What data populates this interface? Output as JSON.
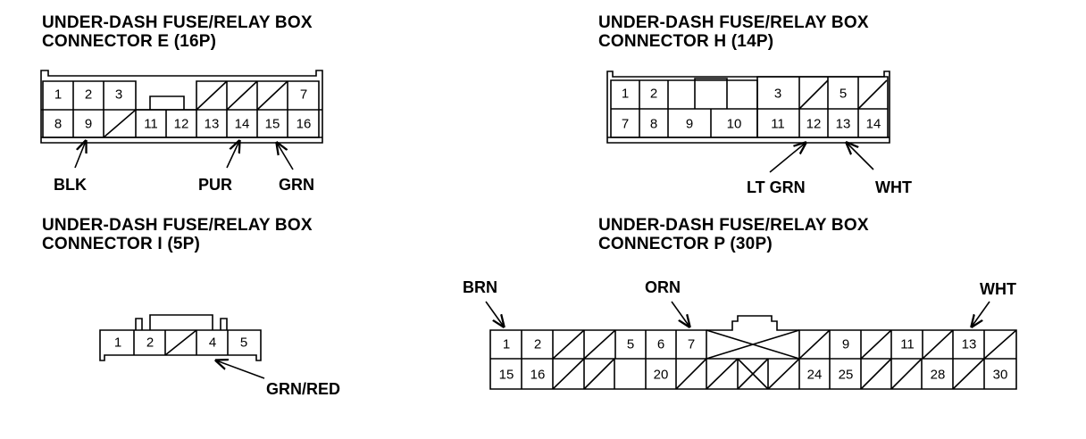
{
  "connectors": {
    "e": {
      "title_line1": "UNDER-DASH FUSE/RELAY BOX",
      "title_line2": "CONNECTOR E (16P)",
      "pins": [
        "1",
        "2",
        "3",
        "7",
        "8",
        "9",
        "11",
        "12",
        "13",
        "14",
        "15",
        "16"
      ],
      "wires": [
        "BLK",
        "PUR",
        "GRN"
      ]
    },
    "h": {
      "title_line1": "UNDER-DASH FUSE/RELAY BOX",
      "title_line2": "CONNECTOR H (14P)",
      "pins": [
        "1",
        "2",
        "3",
        "5",
        "7",
        "8",
        "9",
        "10",
        "11",
        "12",
        "13",
        "14"
      ],
      "wires": [
        "LT GRN",
        "WHT"
      ]
    },
    "i": {
      "title_line1": "UNDER-DASH FUSE/RELAY BOX",
      "title_line2": "CONNECTOR I (5P)",
      "pins": [
        "1",
        "2",
        "4",
        "5"
      ],
      "wires": [
        "GRN/RED"
      ]
    },
    "p": {
      "title_line1": "UNDER-DASH FUSE/RELAY BOX",
      "title_line2": "CONNECTOR P (30P)",
      "pins": [
        "1",
        "2",
        "5",
        "6",
        "7",
        "9",
        "11",
        "13",
        "15",
        "16",
        "20",
        "24",
        "25",
        "28",
        "30"
      ],
      "wires": [
        "BRN",
        "ORN",
        "WHT"
      ]
    }
  }
}
